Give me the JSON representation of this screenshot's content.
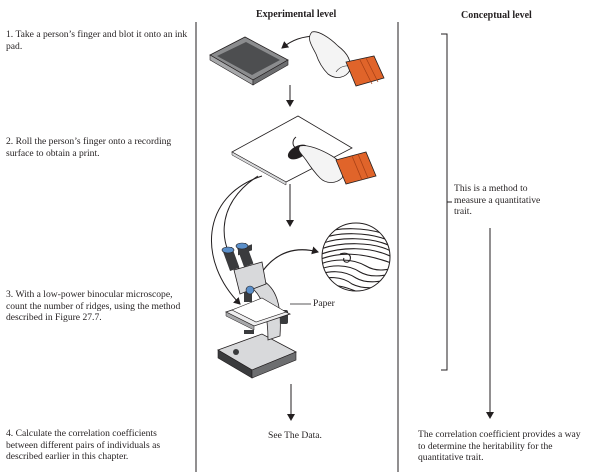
{
  "headers": {
    "experimental": "Experimental level",
    "conceptual": "Conceptual level"
  },
  "steps": [
    {
      "number": "1.",
      "text": "Take a person’s finger and blot it onto an ink pad."
    },
    {
      "number": "2.",
      "text": "Roll the person’s finger onto a recording surface to obtain a print."
    },
    {
      "number": "3.",
      "text": "With a low-power binocular microscope, count the number of ridges, using the method described in Figure 27.7."
    },
    {
      "number": "4.",
      "text": "Calculate the correlation coefficients between different pairs of individuals as described earlier in this chapter."
    }
  ],
  "labels": {
    "paper": "Paper",
    "see_data": "See The Data."
  },
  "conceptual": {
    "bracket_note": "This is a method to measure a quantitative trait.",
    "conclusion": "The correlation coefficient provides a way to determine the heritability for the quantitative trait."
  },
  "colors": {
    "ink": "#231f20",
    "ink_pad": "#5f6062",
    "sleeve": "#e0642a",
    "skin": "#f4f4f4",
    "microscope_body": "#d8d9db",
    "microscope_dark": "#3a3b3d",
    "lens_blue": "#5b8fc9"
  },
  "icons": {
    "ink_pad": "ink-pad-icon",
    "hand": "pointing-hand-icon",
    "fingerprint_card": "fingerprint-card-icon",
    "microscope": "microscope-icon",
    "fingerprint_magnified": "fingerprint-ridges-icon"
  }
}
